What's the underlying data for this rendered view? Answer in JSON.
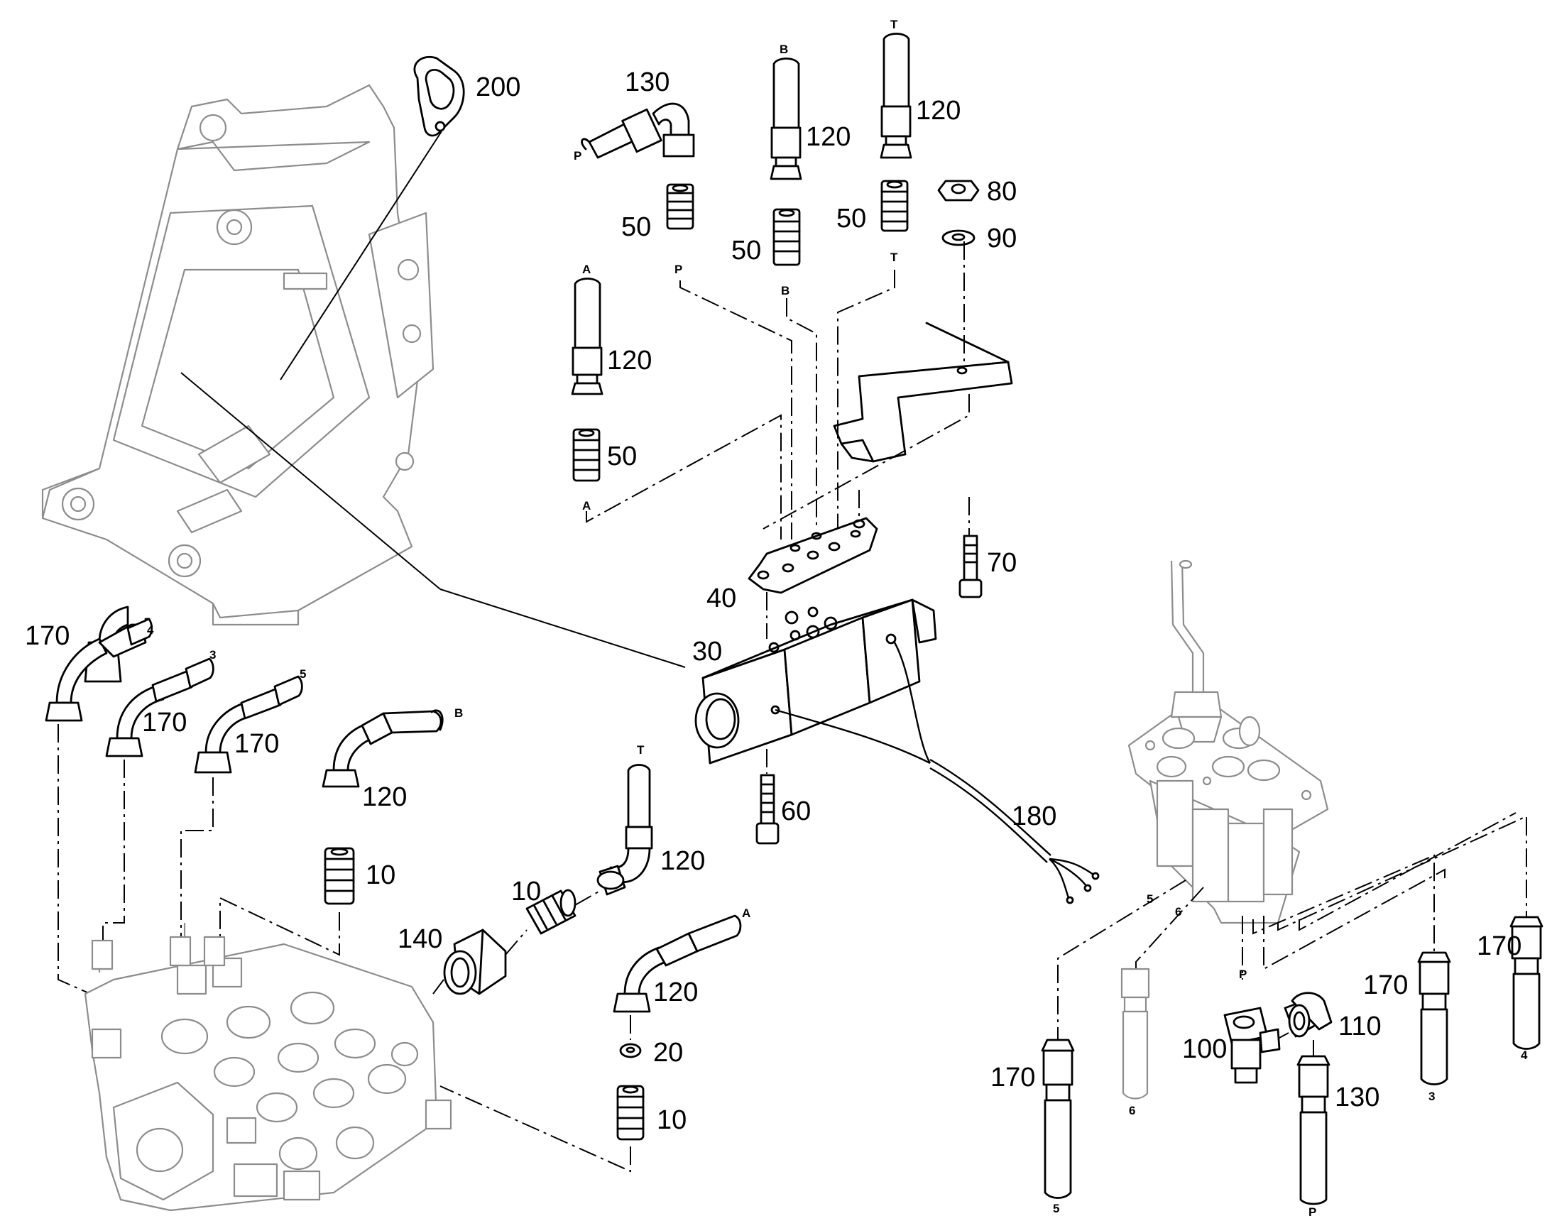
{
  "callouts": {
    "c200": "200",
    "c130_top": "130",
    "c120_b": "120",
    "c120_t": "120",
    "c80": "80",
    "c90": "90",
    "c50_p": "50",
    "c50_b": "50",
    "c50_t": "50",
    "c120_a": "120",
    "c50_a": "50",
    "c70": "70",
    "c40": "40",
    "c30": "30",
    "c60": "60",
    "c180": "180",
    "c170_4": "170",
    "c170_3": "170",
    "c170_5": "170",
    "c120_lb": "120",
    "c10_l": "10",
    "c10_m": "10",
    "c120_lt": "120",
    "c140": "140",
    "c120_la": "120",
    "c20": "20",
    "c10_b": "10",
    "c170_r5": "170",
    "c110": "110",
    "c100": "100",
    "c130_r": "130",
    "c170_r3": "170",
    "c170_r4": "170"
  },
  "ports": {
    "p_top": "P",
    "b_top": "B",
    "t_top": "T",
    "p_fit": "P",
    "b_fit": "B",
    "t_fit": "T",
    "a_top": "A",
    "a_fit": "A",
    "h4": "4",
    "h3": "3",
    "h5": "5",
    "lb": "B",
    "lt": "T",
    "la": "A",
    "r5": "5",
    "r6": "6",
    "rp": "P",
    "r5b": "5",
    "r6b": "6",
    "r3b": "3",
    "r4b": "4",
    "rpb": "P"
  }
}
